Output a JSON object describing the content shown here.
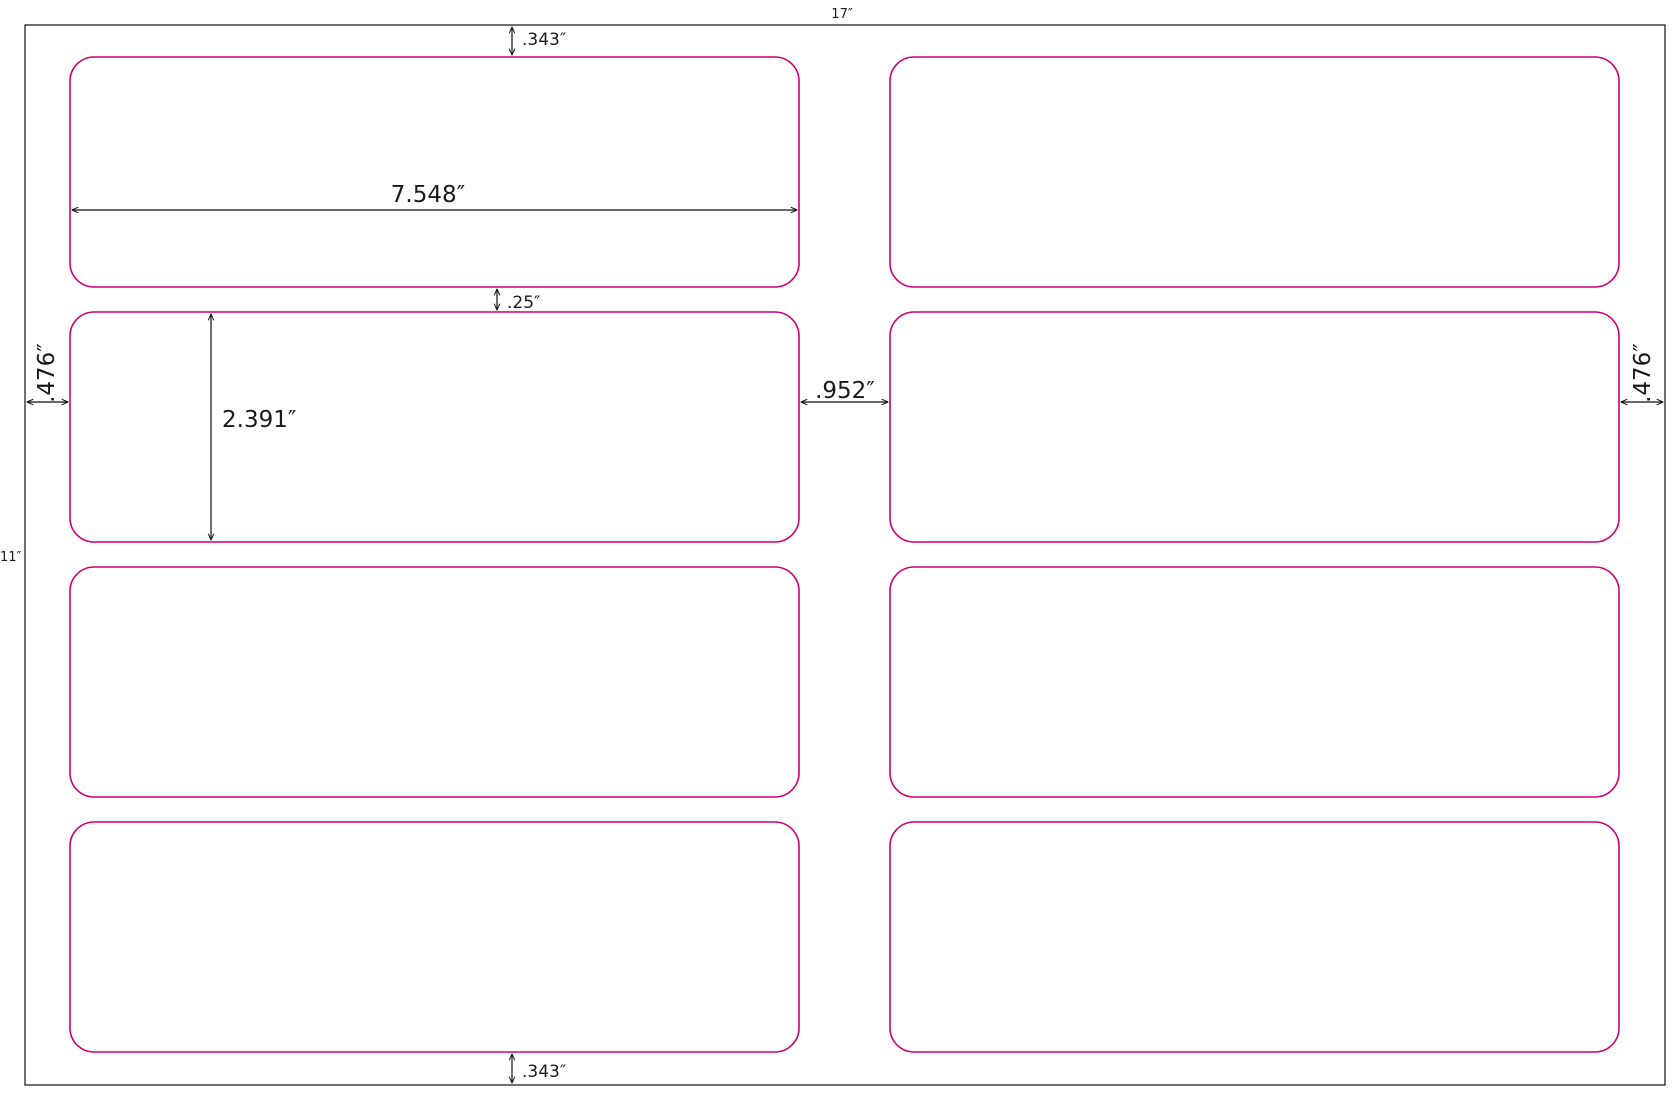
{
  "sheet": {
    "width_label": "17″",
    "height_label": "11″",
    "label_stroke_color": "#cc0077",
    "line_color": "#111111"
  },
  "labels": {
    "columns": 2,
    "rows": 4,
    "count": 8
  },
  "dimensions": {
    "top_margin": ".343″",
    "bottom_margin": ".343″",
    "label_width": "7.548″",
    "row_gap": ".25″",
    "label_height": "2.391″",
    "left_margin": ".476″",
    "right_margin": ".476″",
    "column_gap": ".952″"
  }
}
